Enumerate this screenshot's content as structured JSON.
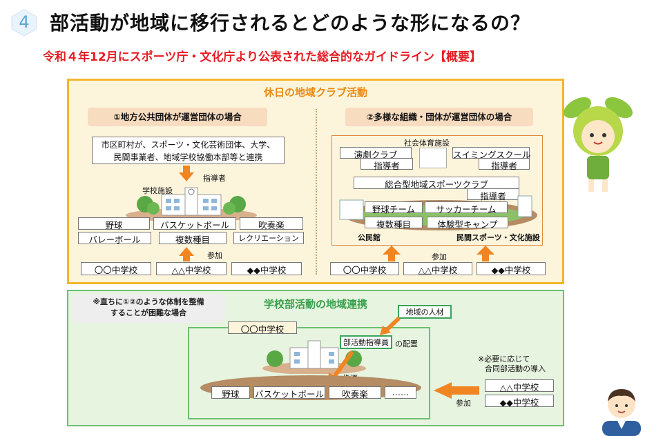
{
  "header": {
    "number": "4",
    "title": "部活動が地域に移行されるとどのような形になるの？",
    "subtitle": "令和４年12月にスポーツ庁・文化庁より公表された総合的なガイドライン【概要】"
  },
  "weekend": {
    "title": "休日の地域クラブ活動",
    "case1": {
      "heading": "①地方公共団体が運営団体の場合",
      "coop_line1": "市区町村が、スポーツ・文化芸術団体、大学、",
      "coop_line2": "民間事業者、地域学校協働本部等と連携",
      "instructor": "指導者",
      "facility": "学校施設",
      "activities": [
        "野球",
        "バスケットボール",
        "吹奏楽",
        "バレーボール",
        "複数種目",
        "レクリエーション"
      ],
      "participate": "参加",
      "schools": [
        "〇〇中学校",
        "△△中学校",
        "◆◆中学校"
      ]
    },
    "case2": {
      "heading": "②多様な組織・団体が運営団体の場合",
      "facility": "社会体育施設",
      "clubs": [
        "演劇クラブ",
        "スイミングスクール"
      ],
      "instructor": "指導者",
      "sports_club": "総合型地域スポーツクラブ",
      "activities": [
        "野球チーム",
        "サッカーチーム",
        "複数種目",
        "体験型キャンプ"
      ],
      "community_hall": "公民館",
      "private_facility": "民間スポーツ・文化施設",
      "participate": "参加",
      "schools": [
        "〇〇中学校",
        "△△中学校",
        "◆◆中学校"
      ]
    }
  },
  "linkage": {
    "title": "学校部活動の地域連携",
    "note_line1": "※直ちに①②のような体制を整備",
    "note_line2": "することが困難な場合",
    "school": "〇〇中学校",
    "local_talent": "地域の人材",
    "coach_role": "部活動指導員",
    "coach_suffix": "の配置",
    "instruction": "指導",
    "activities": [
      "野球",
      "バスケットボール",
      "吹奏楽",
      "……"
    ],
    "joint_note_line1": "※必要に応じて",
    "joint_note_line2": "合同部活動の導入",
    "other_schools": [
      "△△中学校",
      "◆◆中学校"
    ],
    "participate": "参加"
  },
  "colors": {
    "accent_red": "#e51c23",
    "orange": "#f08521",
    "yellow_border": "#f2b62b",
    "green_border": "#6cbf71"
  }
}
